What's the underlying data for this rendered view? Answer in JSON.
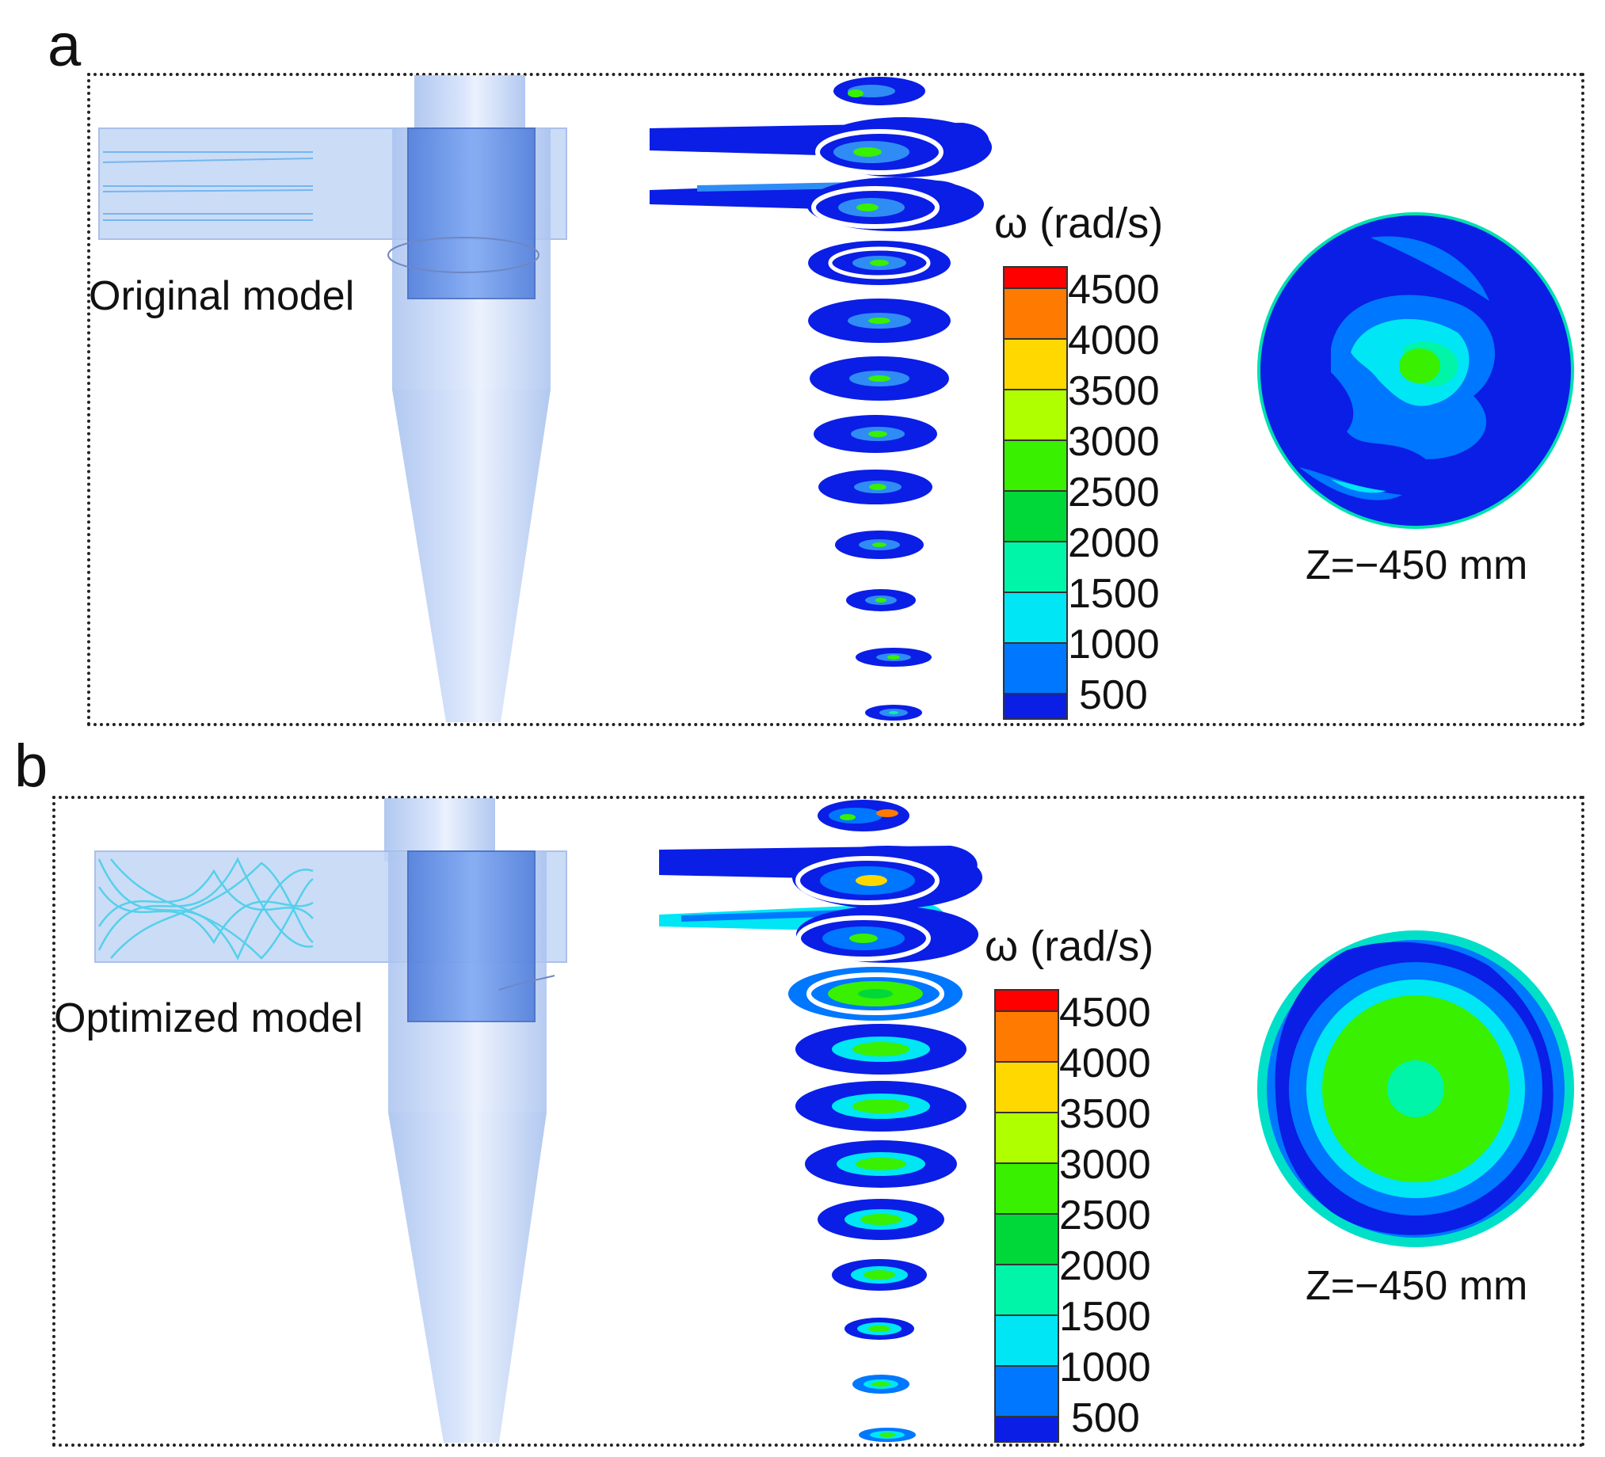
{
  "panels": [
    {
      "letter": "a",
      "model_label": "Original model",
      "legend_title": "ω (rad/s)",
      "legend_ticks": [
        "4500",
        "4000",
        "3500",
        "3000",
        "2500",
        "2000",
        "1500",
        "1000",
        "500"
      ],
      "section_label": "Z=−450 mm"
    },
    {
      "letter": "b",
      "model_label": "Optimized model",
      "legend_title": "ω (rad/s)",
      "legend_ticks": [
        "4500",
        "4000",
        "3500",
        "3000",
        "2500",
        "2000",
        "1500",
        "1000",
        "500"
      ],
      "section_label": "Z=−450 mm"
    }
  ],
  "colors": {
    "scale": [
      "#ff0000",
      "#ff7a00",
      "#ffd800",
      "#b0ff00",
      "#38f000",
      "#00d83a",
      "#00f5a8",
      "#00e6f5",
      "#0077ff",
      "#0a1ee6"
    ],
    "cyclone_body": "#b7cdf3",
    "vortex_finder": "#4b7fe0"
  }
}
